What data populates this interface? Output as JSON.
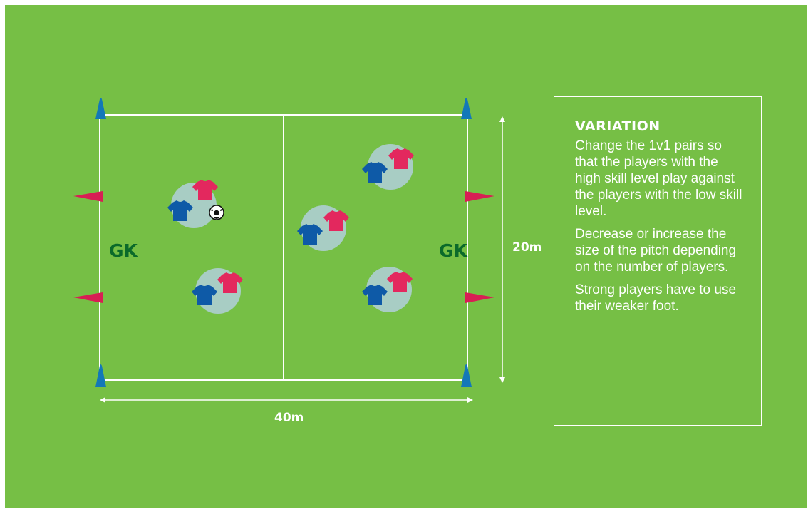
{
  "pitch": {
    "gk_left": "GK",
    "gk_right": "GK",
    "width_label": "40m",
    "height_label": "20m"
  },
  "variation": {
    "title": "VARIATION",
    "paragraphs": [
      "Change the 1v1 pairs so that the players with the high skill level play against the players with the low skill level.",
      "Decrease or increase the size of the pitch depending on the number of players.",
      "Strong players have to use their weaker foot."
    ]
  },
  "colors": {
    "grass": "#76bf45",
    "blue_team": "#0e5aa7",
    "red_team": "#e3285e",
    "cone_blue": "#1378b8",
    "cone_red": "#d81e54",
    "gk_text": "#0b6a2a"
  },
  "players": {
    "pairs": 5,
    "ball": "soccer-ball-icon"
  }
}
